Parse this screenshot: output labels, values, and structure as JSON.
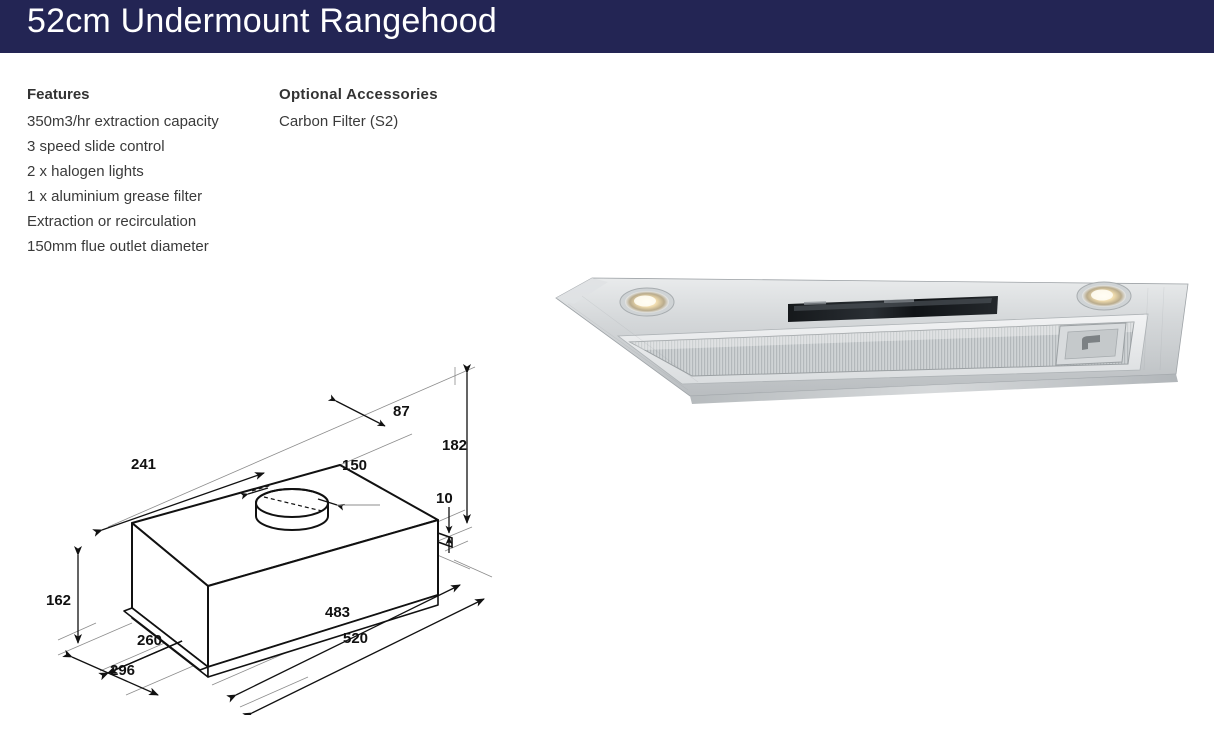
{
  "header": {
    "title": "52cm Undermount Rangehood",
    "background_color": "#232554",
    "text_color": "#ffffff"
  },
  "features": {
    "heading": "Features",
    "items": [
      "350m3/hr extraction capacity",
      "3 speed slide control",
      "2 x halogen lights",
      "1 x aluminium grease filter",
      "Extraction or recirculation",
      "150mm flue outlet diameter"
    ]
  },
  "accessories": {
    "heading": "Optional  Accessories",
    "items": [
      "Carbon Filter (S2)"
    ]
  },
  "technical_drawing": {
    "units": "mm",
    "dimensions": {
      "depth_top": "241",
      "flue_offset": "87",
      "flue_diameter": "150",
      "height_total": "182",
      "lip_thickness": "10",
      "height_overall": "162",
      "depth_body": "260",
      "depth_flange": "296",
      "width_body": "483",
      "width_flange": "520"
    }
  },
  "product_photo": {
    "alt": "Stainless steel undermount rangehood viewed from below",
    "body_color": "#c9ccce",
    "panel_color": "#e7e9ea",
    "filter_color": "#d6d9da",
    "vent_color": "#111418",
    "light_glow": "#f5e6c8"
  }
}
